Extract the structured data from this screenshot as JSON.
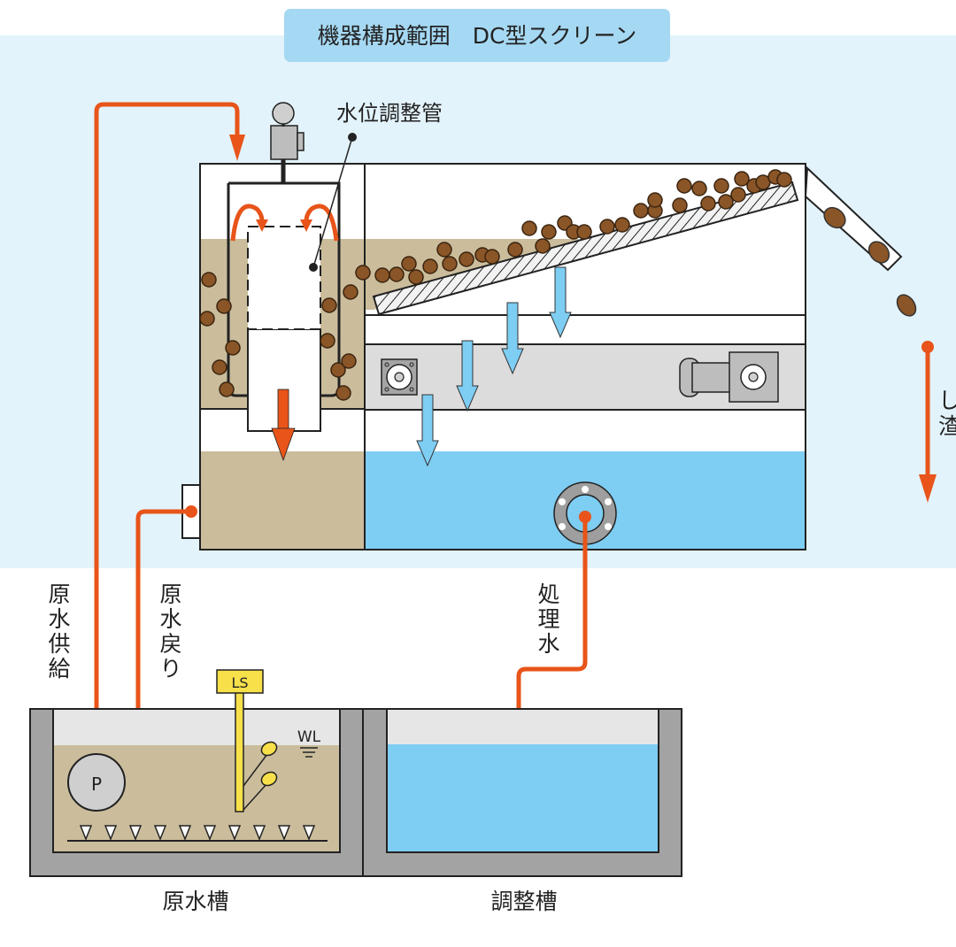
{
  "title": "機器構成範囲　DC型スクリーン",
  "labels": {
    "level_pipe": "水位調整管",
    "raw_supply": [
      "原",
      "水",
      "供",
      "給"
    ],
    "raw_return": [
      "原",
      "水",
      "戻",
      "り"
    ],
    "treated": [
      "処",
      "理",
      "水"
    ],
    "screenings": [
      "し",
      "渣"
    ],
    "level_switch": "LS",
    "water_level": "WL",
    "pump": "P",
    "raw_tank": "原水槽",
    "adjust_tank": "調整槽"
  },
  "colors": {
    "background_band": "#e3f3fb",
    "title_box": "#a5d8f3",
    "flow_orange": "#e8541a",
    "water_blue": "#7ecdf3",
    "raw_water": "#cbbd9c",
    "solids": "#8a5527",
    "tank_wall": "#a3a3a3",
    "level_switch": "#f7e04a"
  }
}
